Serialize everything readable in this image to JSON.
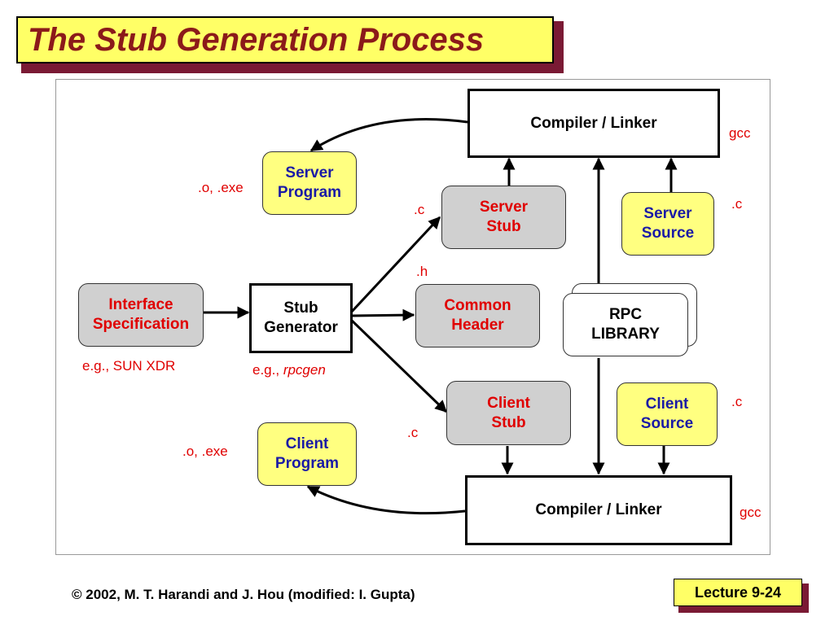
{
  "title": "The Stub Generation Process",
  "nodes": {
    "compiler_top": "Compiler / Linker",
    "compiler_bottom": "Compiler / Linker",
    "server_program": "Server\nProgram",
    "client_program": "Client\nProgram",
    "server_stub": "Server\nStub",
    "client_stub": "Client\nStub",
    "common_header": "Common\nHeader",
    "server_source": "Server\nSource",
    "client_source": "Client\nSource",
    "interface_spec": "Interface\nSpecification",
    "stub_generator": "Stub\nGenerator",
    "rpc_library": "RPC\nLIBRARY"
  },
  "labels": {
    "gcc_top": "gcc",
    "gcc_bottom": "gcc",
    "server_program_ext": ".o, .exe",
    "client_program_ext": ".o, .exe",
    "server_stub_ext": ".c",
    "client_stub_ext": ".c",
    "header_ext": ".h",
    "server_source_ext": ".c",
    "client_source_ext": ".c",
    "interface_example": "e.g., SUN XDR",
    "generator_example_prefix": "e.g., ",
    "generator_example_tool": "rpcgen"
  },
  "footer": {
    "copyright": "© 2002, M. T. Harandi and J. Hou (modified: I. Gupta)",
    "lecture": "Lecture 9-24"
  },
  "colors": {
    "title_text": "#8b1a1a",
    "title_bg": "#ffff66",
    "shadow": "#7a1a34",
    "yellow_box": "#ffff80",
    "gray_box": "#d0d0d0",
    "red_text": "#e00000",
    "blue_text": "#1a1aa6"
  }
}
